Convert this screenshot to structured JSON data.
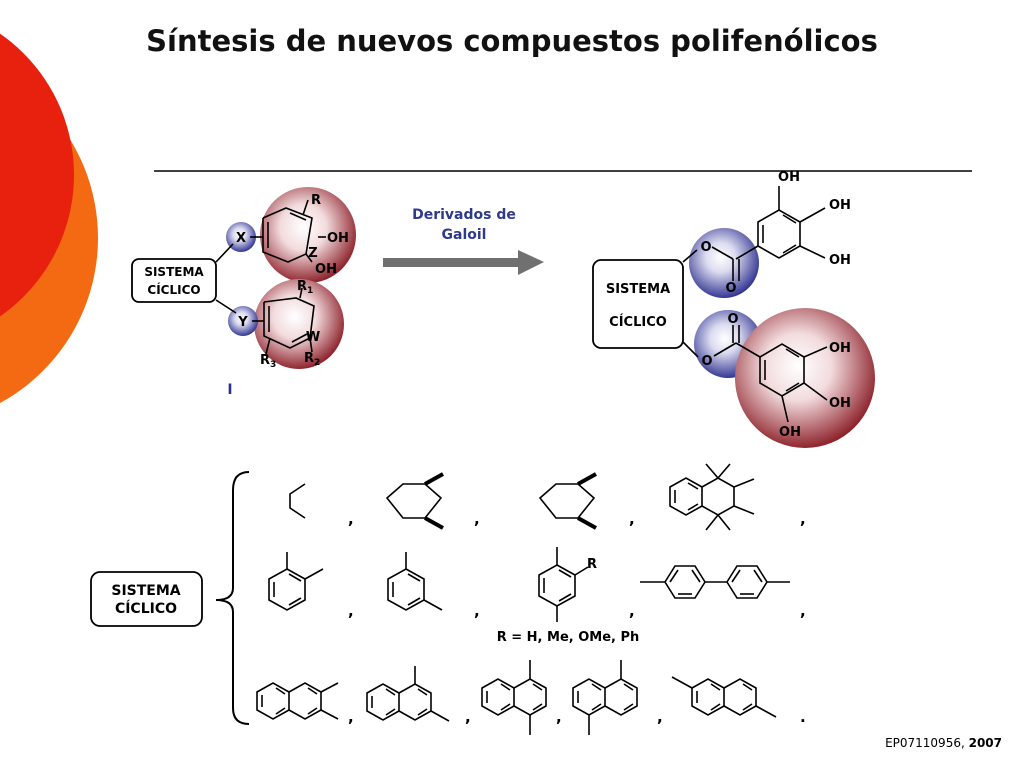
{
  "title": "Síntesis de nuevos compuestos polifenólicos",
  "colors": {
    "accent_red": "#e8210e",
    "accent_orange": "#f36a12",
    "sphere_red": "#8a1c25",
    "sphere_blue": "#2c2f8f",
    "reagent_text": "#2e3a8c",
    "arrow_gray": "#707070"
  },
  "general_structure": {
    "box_label_line1": "SISTEMA",
    "box_label_line2": "CÍCLICO",
    "x_label": "X",
    "y_label": "Y",
    "r_label": "R",
    "oh_label": "OH",
    "oh2_label": "OH",
    "z_label": "Z",
    "w_label": "W",
    "r1_label": "R",
    "r1_sub": "1",
    "r2_label": "R",
    "r2_sub": "2",
    "r3_label": "R",
    "r3_sub": "3",
    "compound_label": "I"
  },
  "reaction": {
    "reagent_line1": "Derivados de",
    "reagent_line2": "Galoil"
  },
  "product": {
    "box_label_line1": "SISTEMA",
    "box_label_line2": "CÍCLICO",
    "o_ester_top": "O",
    "o_carbonyl_top": "O",
    "o_carbonyl_bottom": "O",
    "o_ester_bottom": "O",
    "oh_labels": [
      "OH",
      "OH",
      "OH",
      "OH",
      "OH",
      "OH"
    ]
  },
  "ring_systems": {
    "box_label_line1": "SISTEMA",
    "box_label_line2": "CÍCLICO",
    "substituent_r": "R",
    "r_definition": "R = H, Me, OMe, Ph",
    "separators_row1": [
      ",",
      ",",
      ",",
      ","
    ],
    "separators_row2": [
      ",",
      ",",
      ",",
      ","
    ],
    "separators_row3": [
      ",",
      ",",
      ",",
      ",",
      "."
    ]
  },
  "citation": {
    "patent": "EP07110956, ",
    "year": "2007"
  }
}
